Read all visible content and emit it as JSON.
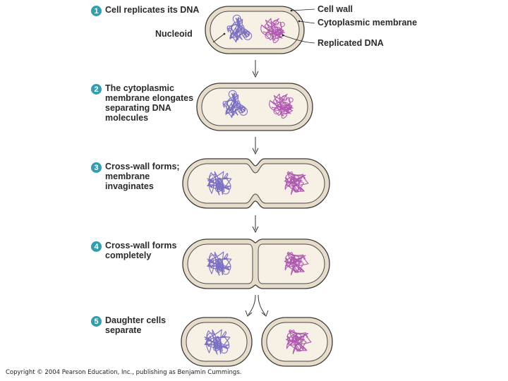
{
  "steps": [
    {
      "number": "1",
      "lines": [
        "Cell replicates its DNA"
      ]
    },
    {
      "number": "2",
      "lines": [
        "The cytoplasmic",
        "membrane elongates",
        "separating DNA",
        "molecules"
      ]
    },
    {
      "number": "3",
      "lines": [
        "Cross-wall forms;",
        "membrane",
        "invaginates"
      ]
    },
    {
      "number": "4",
      "lines": [
        "Cross-wall forms",
        "completely"
      ]
    },
    {
      "number": "5",
      "lines": [
        "Daughter cells",
        "separate"
      ]
    }
  ],
  "labels": {
    "cell_wall": "Cell wall",
    "cytoplasmic_membrane": "Cytoplasmic membrane",
    "nucleoid": "Nucleoid",
    "replicated_dna": "Replicated DNA"
  },
  "copyright": "Copyright © 2004 Pearson Education, Inc., publishing as Benjamin Cummings.",
  "colors": {
    "badge": "#2f9fb1",
    "cell_wall": "#e6dcc9",
    "cell_outline": "#3a3a3a",
    "cytoplasm": "#f7f0e4",
    "dna_blue": "#7b6fc4",
    "dna_magenta": "#b05ab2"
  }
}
